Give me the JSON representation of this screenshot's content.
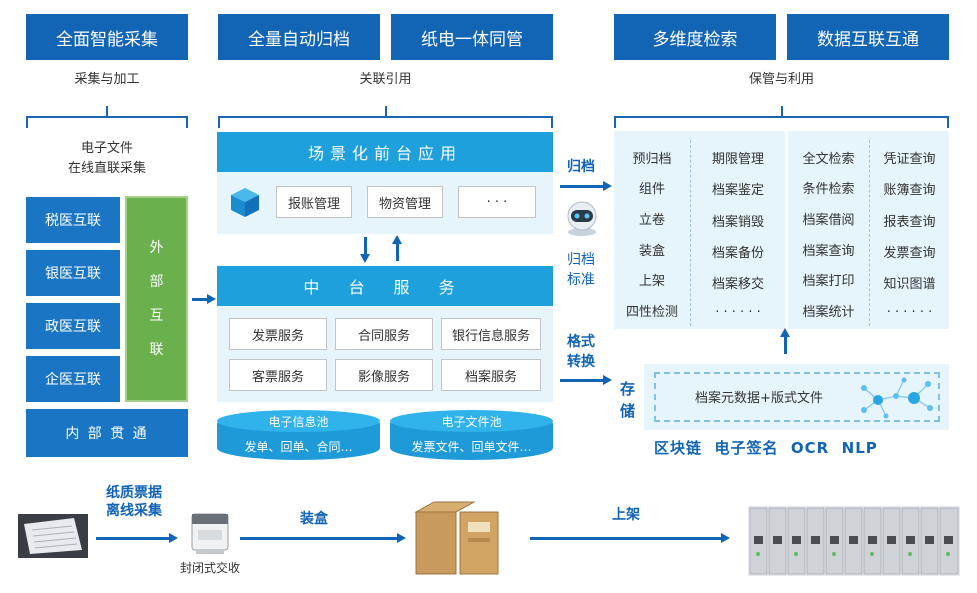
{
  "top_headers": [
    "全面智能采集",
    "全量自动归档",
    "纸电一体同管",
    "多维度检索",
    "数据互联互通"
  ],
  "subtitles": {
    "left": "采集与加工",
    "middle": "关联引用",
    "right": "保管与利用"
  },
  "left": {
    "title_line1": "电子文件",
    "title_line2": "在线直联采集",
    "items": [
      "税医互联",
      "银医互联",
      "政医互联",
      "企医互联"
    ],
    "outer": [
      "外",
      "部",
      "互",
      "联"
    ],
    "inner": "内 部 贯 通"
  },
  "frontend": {
    "title": "场景化前台应用",
    "buttons": [
      "报账管理",
      "物资管理",
      "· · ·"
    ]
  },
  "middle_platform": {
    "title": "中 台 服 务",
    "services": [
      "发票服务",
      "合同服务",
      "银行信息服务",
      "客票服务",
      "影像服务",
      "档案服务"
    ]
  },
  "pools": [
    {
      "title": "电子信息池",
      "content": "发单、回单、合同…"
    },
    {
      "title": "电子文件池",
      "content": "发票文件、回单文件…"
    }
  ],
  "flow_labels": {
    "archive": "归档",
    "std_line1": "归档",
    "std_line2": "标准",
    "fmt_line1": "格式",
    "fmt_line2": "转换"
  },
  "right_lists": {
    "col1": [
      "预归档",
      "组件",
      "立卷",
      "装盒",
      "上架",
      "四性检测"
    ],
    "col2": [
      "期限管理",
      "档案鉴定",
      "档案销毁",
      "档案备份",
      "档案移交",
      "· · · · · ·"
    ],
    "col3": [
      "全文检索",
      "条件检索",
      "档案借阅",
      "档案查询",
      "档案打印",
      "档案统计"
    ],
    "col4": [
      "凭证查询",
      "账簿查询",
      "报表查询",
      "发票查询",
      "知识图谱",
      "· · · · · ·"
    ]
  },
  "storage": {
    "label_line1": "存",
    "label_line2": "储",
    "content": "档案元数据+版式文件"
  },
  "tech": "区块链  电子签名  OCR  NLP",
  "bottom": {
    "paper_line1": "纸质票据",
    "paper_line2": "离线采集",
    "closed": "封闭式交收",
    "box": "装盒",
    "shelf": "上架"
  },
  "colors": {
    "dark_blue": "#1264b4",
    "light_blue": "#1ea0dd",
    "green": "#6ab04c",
    "panel": "#e6f4fb"
  }
}
